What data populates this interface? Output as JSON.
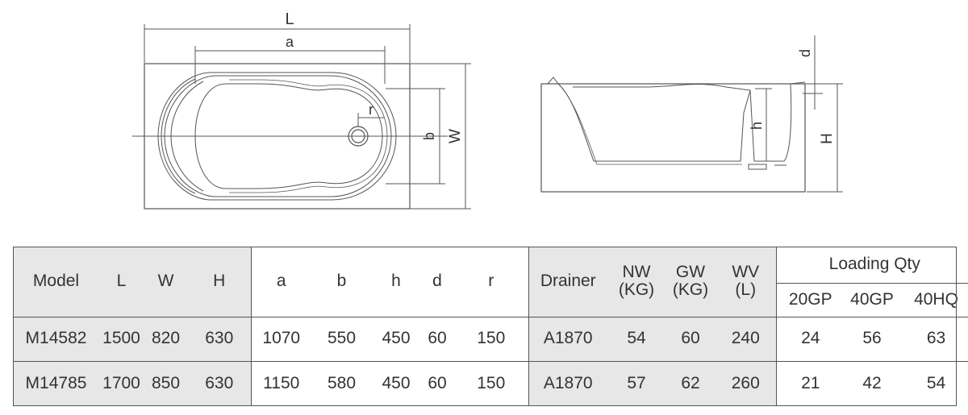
{
  "drawing": {
    "top_view_labels": {
      "L": "L",
      "a": "a",
      "r": "r",
      "b": "b",
      "W": "W"
    },
    "side_view_labels": {
      "d": "d",
      "h": "h",
      "H": "H"
    }
  },
  "table": {
    "headers": {
      "model": "Model",
      "L": "L",
      "W": "W",
      "H": "H",
      "a": "a",
      "b": "b",
      "h": "h",
      "d": "d",
      "r": "r",
      "drainer": "Drainer",
      "nw_1": "NW",
      "nw_2": "(KG)",
      "gw_1": "GW",
      "gw_2": "(KG)",
      "wv_1": "WV",
      "wv_2": "(L)",
      "loading": "Loading Qty",
      "gp20": "20GP",
      "gp40": "40GP",
      "hq40": "40HQ"
    },
    "rows": [
      {
        "model": "M14582",
        "L": "1500",
        "W": "820",
        "H": "630",
        "a": "1070",
        "b": "550",
        "h": "450",
        "d": "60",
        "r": "150",
        "drainer": "A1870",
        "nw": "54",
        "gw": "60",
        "wv": "240",
        "gp20": "24",
        "gp40": "56",
        "hq40": "63"
      },
      {
        "model": "M14785",
        "L": "1700",
        "W": "850",
        "H": "630",
        "a": "1150",
        "b": "580",
        "h": "450",
        "d": "60",
        "r": "150",
        "drainer": "A1870",
        "nw": "57",
        "gw": "62",
        "wv": "260",
        "gp20": "21",
        "gp40": "42",
        "hq40": "54"
      }
    ]
  }
}
